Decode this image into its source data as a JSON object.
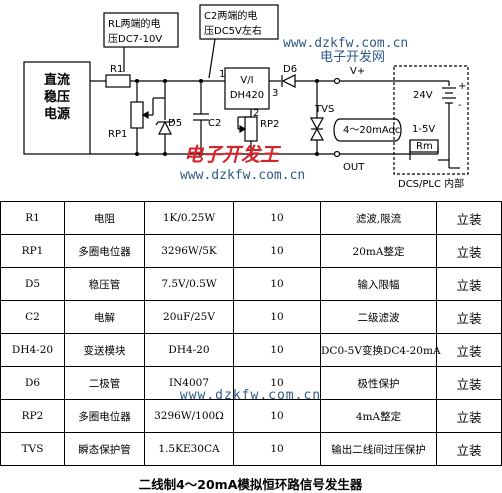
{
  "diagram": {
    "source_label": [
      "直流",
      "稳压",
      "电源"
    ],
    "r1": "R1",
    "rp1": "RP1",
    "d5": "D5",
    "c2": "C2",
    "module_line1": "V/I",
    "module_line2": "DH420",
    "pin1": "1",
    "pin2": "2",
    "pin3": "3",
    "d6": "D6",
    "rp2": "RP2",
    "tvs": "TVS",
    "vplus": "V+",
    "out": "OUT",
    "loop_current": "4～20mAdc",
    "supply_24v": "24V",
    "voltage_range": "1-5V",
    "rm": "Rm",
    "plus_sign": "+",
    "minus_sign": "-",
    "plc_label": "DCS/PLC 内部",
    "callout_rl": [
      "RL两端的电",
      "压DC7-10V"
    ],
    "callout_c2": [
      "C2两端的电",
      "压DC5V左右"
    ],
    "watermark_cn": "电子开发网",
    "watermark_url": "www.dzkfw.com.cn",
    "watermark_red": "电子开发王"
  },
  "parts_table": [
    [
      "R1",
      "电阻",
      "1K/0.25W",
      "10",
      "滤波,限流",
      "立装"
    ],
    [
      "RP1",
      "多圈电位器",
      "3296W/5K",
      "10",
      "20mA整定",
      "立装"
    ],
    [
      "D5",
      "稳压管",
      "7.5V/0.5W",
      "10",
      "输入限幅",
      "立装"
    ],
    [
      "C2",
      "电解",
      "20uF/25V",
      "10",
      "二级滤波",
      "立装"
    ],
    [
      "DH4-20",
      "变送模块",
      "DH4-20",
      "10",
      "DC0-5V变换DC4-20mA",
      "立装"
    ],
    [
      "D6",
      "二极管",
      "IN4007",
      "10",
      "极性保护",
      "立装"
    ],
    [
      "RP2",
      "多圈电位器",
      "3296W/100Ω",
      "10",
      "4mA整定",
      "立装"
    ],
    [
      "TVS",
      "瞬态保护管",
      "1.5KE30CA",
      "10",
      "输出二线间过压保护",
      "立装"
    ]
  ],
  "footer_watermark": "www.dzkfw.com.cn",
  "caption": "二线制4～20mA模拟恒环路信号发生器"
}
